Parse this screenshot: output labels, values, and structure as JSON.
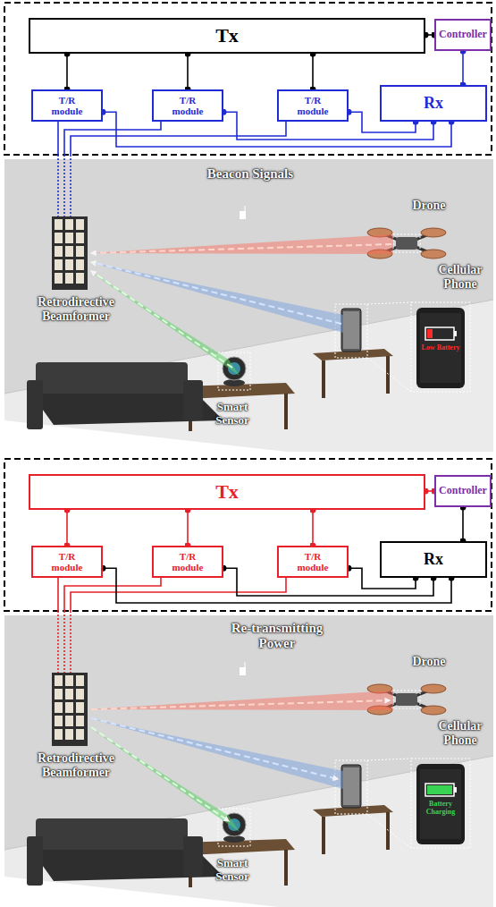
{
  "diagram": {
    "nodes": [
      {
        "text": [
          "Tx"
        ]
      },
      {
        "text": [
          "Controller"
        ]
      },
      {
        "text": [
          "T/R module"
        ]
      },
      {
        "text": [
          "T/R module"
        ]
      },
      {
        "text": [
          "T/R module"
        ]
      },
      {
        "text": [
          "Rx"
        ]
      },
      {
        "text": [
          "Tx"
        ]
      },
      {
        "text": [
          "Controller"
        ]
      },
      {
        "text": [
          "T/R module"
        ]
      },
      {
        "text": [
          "T/R module"
        ]
      },
      {
        "text": [
          "T/R module"
        ]
      },
      {
        "text": [
          "Rx"
        ]
      }
    ],
    "edges": [
      {
        "from": 0,
        "to": 1,
        "arrow": "none"
      },
      {
        "from": 0,
        "to": 2,
        "arrow": "none"
      },
      {
        "from": 0,
        "to": 3,
        "arrow": "none"
      },
      {
        "from": 0,
        "to": 4,
        "arrow": "none"
      },
      {
        "from": 1,
        "to": 5,
        "arrow": "none"
      },
      {
        "from": 2,
        "to": 5,
        "arrow": "none"
      },
      {
        "from": 3,
        "to": 5,
        "arrow": "none"
      },
      {
        "from": 4,
        "to": 5,
        "arrow": "none"
      },
      {
        "from": 6,
        "to": 7,
        "arrow": "none"
      },
      {
        "from": 6,
        "to": 8,
        "arrow": "none"
      },
      {
        "from": 6,
        "to": 9,
        "arrow": "none"
      },
      {
        "from": 6,
        "to": 10,
        "arrow": "none"
      },
      {
        "from": 7,
        "to": 11,
        "arrow": "none"
      },
      {
        "from": 8,
        "to": 11,
        "arrow": "none"
      },
      {
        "from": 9,
        "to": 11,
        "arrow": "none"
      },
      {
        "from": 10,
        "to": 11,
        "arrow": "none"
      }
    ],
    "labels": [
      "Beacon Signals",
      "Drone",
      "Cellular Phone",
      "Low Battery",
      "Retrodirective Beamformer",
      "Smart Sensor",
      "Re-transmitting Power",
      "Drone",
      "Cellular Phone",
      "Battery Charging",
      "Retrodirective Beamformer",
      "Smart Sensor"
    ]
  }
}
